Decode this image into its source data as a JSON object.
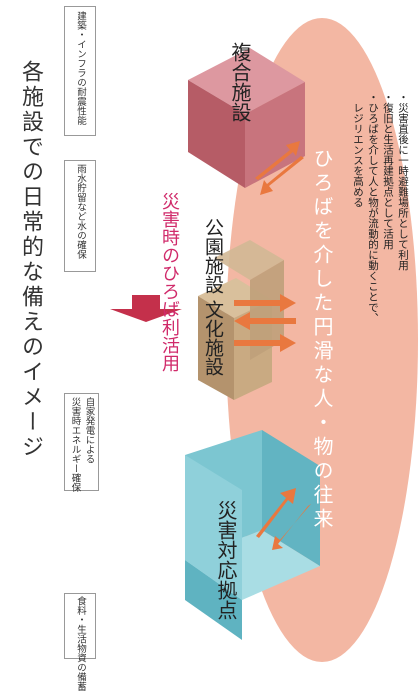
{
  "title": "各施設での日常的な備えのイメージ",
  "boxes": [
    "食料・生活物資の備蓄",
    "自家発電による",
    "災害時エネルギー確保",
    "雨水貯留など水の確保",
    "建築・インフラの耐震性能"
  ],
  "facilities": {
    "disaster_hub": "災害対応拠点",
    "culture": "文化施設",
    "park": "公園施設",
    "complex": "複合施設"
  },
  "plaza_label": "災害時のひろば利活用",
  "ellipse_text": "ひろばを介した円滑な人・物の往来",
  "bullets": [
    "・災害直後に一時避難場所として利用",
    "・復旧と生活再建拠点として活用",
    "・ひろばを介して人と物が流動的に動くことで、",
    "　レジリエンスを高める"
  ],
  "colors": {
    "salmon": "#f3b7a3",
    "arrow_orange": "#e9783f",
    "big_arrow": "#c4304b",
    "magenta_text": "#d02a6a",
    "blue_cube": "#71c3cf",
    "tan_cube": "#c4a886",
    "pink_cube": "#c77880",
    "box_border": "#999999"
  }
}
